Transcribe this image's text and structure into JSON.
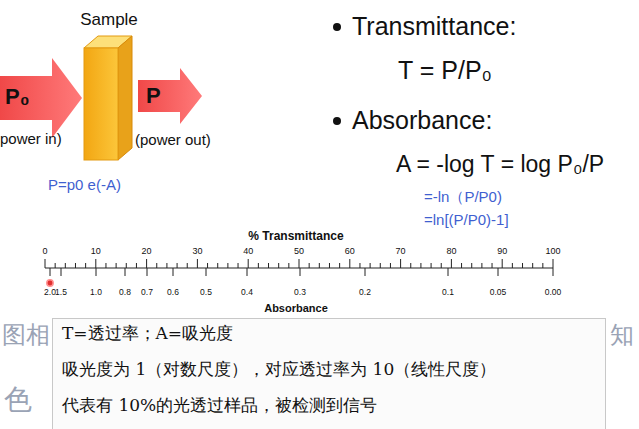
{
  "diagram": {
    "nodes": [
      {
        "text": [
          "P₀"
        ]
      },
      {
        "text": [
          "Sample"
        ]
      },
      {
        "text": [
          "P"
        ]
      },
      {
        "text": [
          "T=透过率；A=吸光度",
          "吸光度为 1（对数尺度），对应透过率为 10（线性尺度）",
          "代表有 10%的光透过样品，被检测到信号"
        ]
      }
    ],
    "labels": [
      "power in)",
      "(power out)",
      "P=p0 e(-A)",
      "Transmittance:",
      "T = P/P₀",
      "Absorbance:",
      "A = -log T = log P₀/P",
      "=-ln（P/P0)",
      "=ln[(P/P0)-1]",
      "% Transmittance",
      "0",
      "10",
      "20",
      "30",
      "40",
      "50",
      "60",
      "70",
      "80",
      "90",
      "100",
      "2.0",
      "1.5",
      "1.0",
      "0.8",
      "0.7",
      "0.6",
      "0.5",
      "0.4",
      "0.3",
      "0.2",
      "0.1",
      "0.05",
      "0.00",
      "Absorbance",
      "图相",
      "知",
      "色"
    ]
  }
}
